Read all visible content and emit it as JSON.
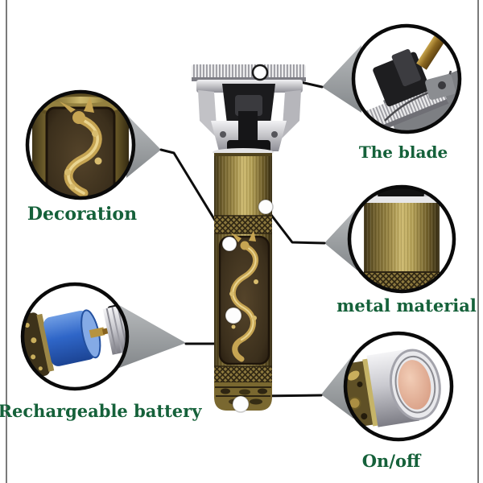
{
  "image": {
    "description": "Annotated product photo of a vintage bronze dragon-engraved T-blade hair trimmer with five magnifier callouts",
    "background": "#ffffff",
    "side_border_color": "#7a7a7a"
  },
  "callouts": {
    "blade": {
      "label": "The blade"
    },
    "decoration": {
      "label": "Decoration"
    },
    "metal": {
      "label": "metal material"
    },
    "battery": {
      "label": "Rechargeable battery"
    },
    "power": {
      "label": "On/off"
    }
  },
  "label_color": "#15613a",
  "product_colors": {
    "brass_body": "#a8965a",
    "brass_highlight": "#cdb96e",
    "dragon_gold": "#c6a452",
    "panel_dark": "#3b2f1c",
    "blade_silver": "#d9d9dc",
    "mechanism_black": "#1b1b1d",
    "battery_blue": "#2f66c8",
    "chrome": "#c9c9cf",
    "power_button_pink": "#dfa488",
    "leader_line": "#0d0d0d",
    "wedge_gray": "#9aa0a3"
  }
}
